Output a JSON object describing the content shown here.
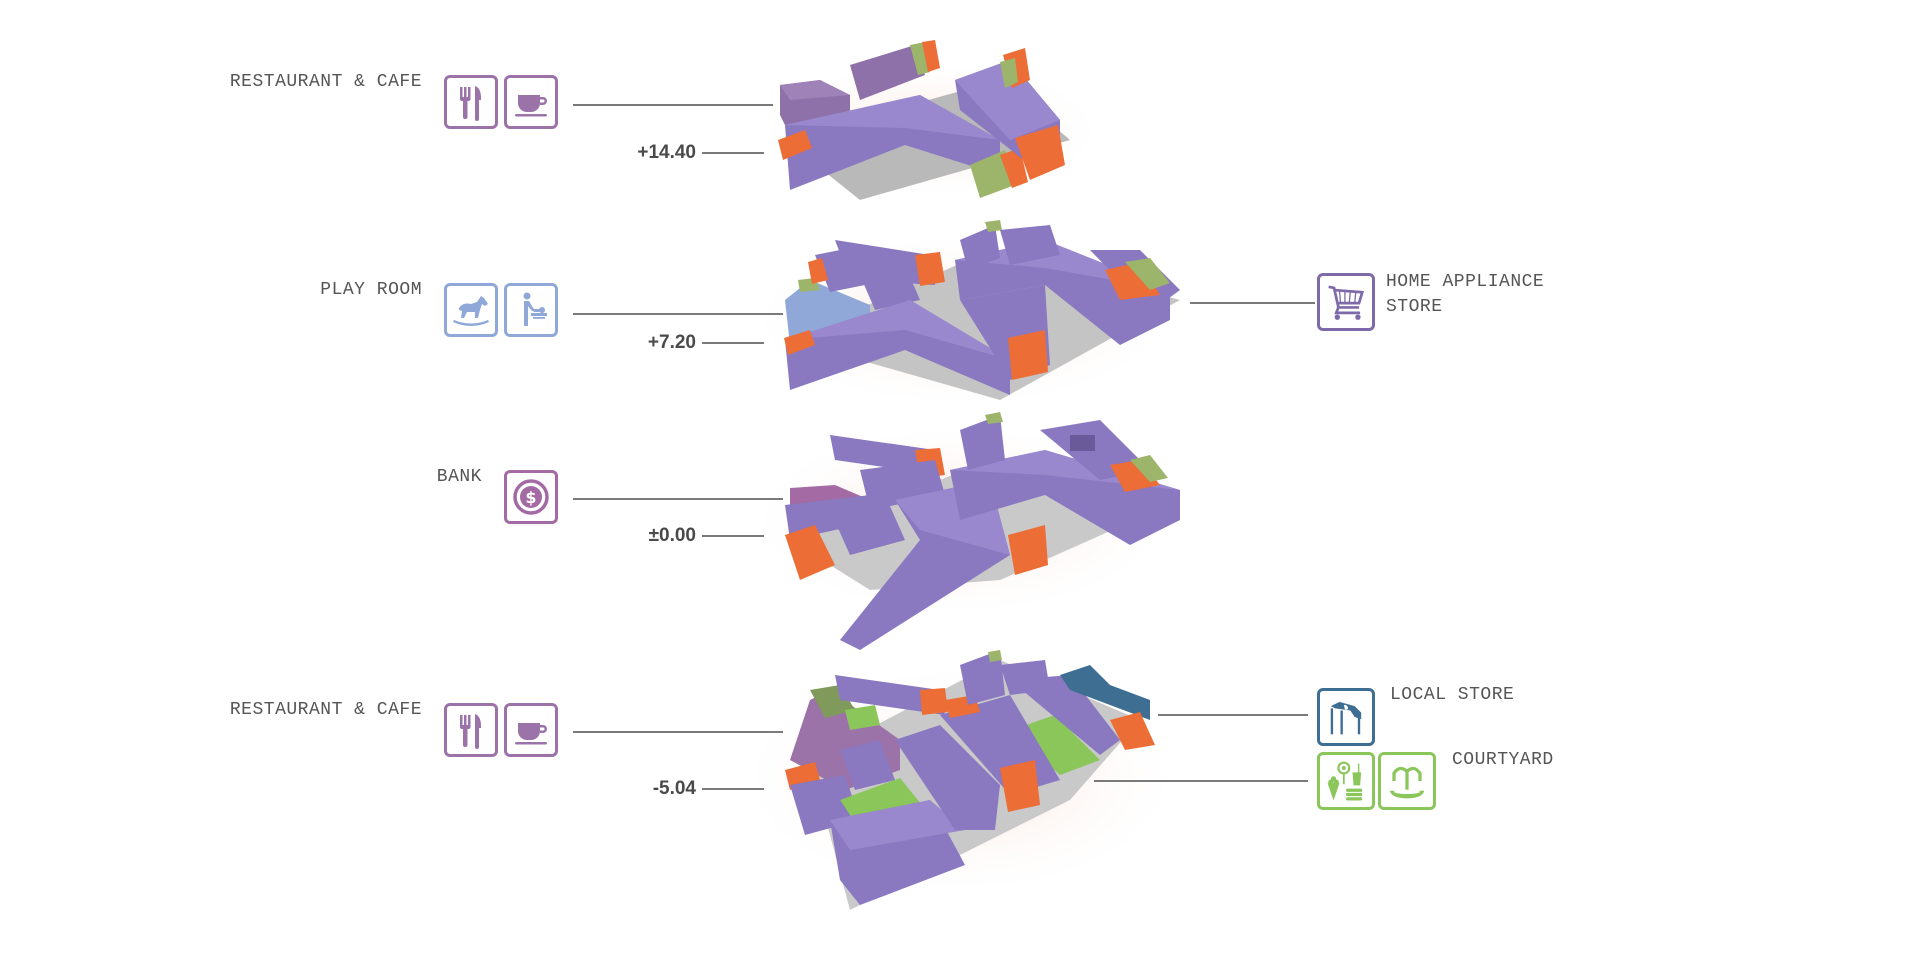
{
  "diagram": {
    "title": "Stacked floor program diagram",
    "colors": {
      "restaurant": "#9b73a9",
      "play_room": "#8fa8d8",
      "bank": "#a36aa3",
      "home_appliance": "#7e6aa8",
      "local_store": "#3e6e92",
      "courtyard": "#8ac65a",
      "building_main": "#8a78c0",
      "accent_orange": "#ec6d35",
      "accent_green": "#9db56b",
      "leader_line": "#7a7a7a",
      "elevation_text": "#4a4a4a",
      "label_text": "#555555"
    },
    "levels": [
      {
        "elevation": "+14.40",
        "left_program": {
          "label": "RESTAURANT & CAFE",
          "icons": [
            "fork-knife-icon",
            "coffee-cup-icon"
          ]
        }
      },
      {
        "elevation": "+7.20",
        "left_program": {
          "label": "PLAY ROOM",
          "icons": [
            "rocking-horse-icon",
            "baby-changing-icon"
          ]
        },
        "right_program": {
          "label_line1": "HOME APPLIANCE",
          "label_line2": "STORE",
          "icons": [
            "shopping-cart-icon"
          ]
        }
      },
      {
        "elevation": "±0.00",
        "left_program": {
          "label": "BANK",
          "icons": [
            "dollar-coin-icon"
          ]
        }
      },
      {
        "elevation": "-5.04",
        "left_program": {
          "label": "RESTAURANT & CAFE",
          "icons": [
            "fork-knife-icon",
            "coffee-cup-icon"
          ]
        },
        "right_programs": [
          {
            "label": "LOCAL STORE",
            "icons": [
              "market-stall-icon"
            ]
          },
          {
            "label": "COURTYARD",
            "icons": [
              "snacks-icon",
              "fountain-icon"
            ]
          }
        ]
      }
    ]
  }
}
